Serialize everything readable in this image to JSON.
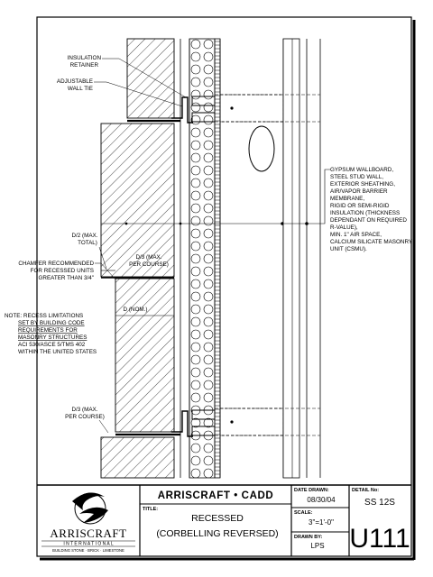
{
  "annotations": {
    "insulation_retainer": [
      "INSULATION",
      "RETAINER"
    ],
    "adjustable_wall_tie": [
      "ADJUSTABLE",
      "WALL TIE"
    ],
    "d2_total": [
      "D/2 (MAX.",
      "TOTAL)"
    ],
    "d3_per_course_top": [
      "D/3 (MAX.",
      "PER COURSE)"
    ],
    "chamfer": [
      "CHAMFER RECOMMENDED",
      "FOR RECESSED UNITS",
      "GREATER THAN 3/4\""
    ],
    "note": [
      "NOTE:  RECESS LIMITATIONS",
      "SET BY BUILDING CODE",
      "REQUIREMENTS FOR",
      "MASONRY STRUCTURES",
      "ACI 530/ASCE 5/TMS 402",
      "WITHIN THE UNITED STATES"
    ],
    "d_nom": "D (NOM.)",
    "d3_per_course_bottom": [
      "D/3 (MAX.",
      "PER COURSE)"
    ],
    "wall_assembly": [
      "GYPSUM WALLBOARD,",
      "STEEL STUD WALL,",
      "EXTERIOR SHEATHING,",
      "AIR/VAPOR BARRIER",
      "MEMBRANE,",
      "RIGID OR SEMI-RIGID",
      "INSULATION (THICKNESS",
      "DEPENDANT ON REQUIRED",
      "R-VALUE),",
      "MIN. 1\" AIR SPACE,",
      "CALCIUM SILICATE MASONRY",
      "UNIT (CSMU)."
    ]
  },
  "title_block": {
    "logo_wordmark": "ARRISCRAFT",
    "logo_sub": "I N T E R N A T I O N A L",
    "logo_tagline": "BUILDING STONE · BRICK · LIMESTONE",
    "company": "ARRISCRAFT • CADD",
    "title_label": "TITLE:",
    "title_line1": "RECESSED",
    "title_line2": "(CORBELLING REVERSED)",
    "date_label": "DATE DRAWN:",
    "date_value": "08/30/04",
    "scale_label": "SCALE:",
    "scale_value": "3\"=1'-0\"",
    "drawn_label": "DRAWN BY:",
    "drawn_value": "LPS",
    "detail_label": "DETAIL No:",
    "detail_value": "SS 12S",
    "sheet_code": "U111"
  }
}
